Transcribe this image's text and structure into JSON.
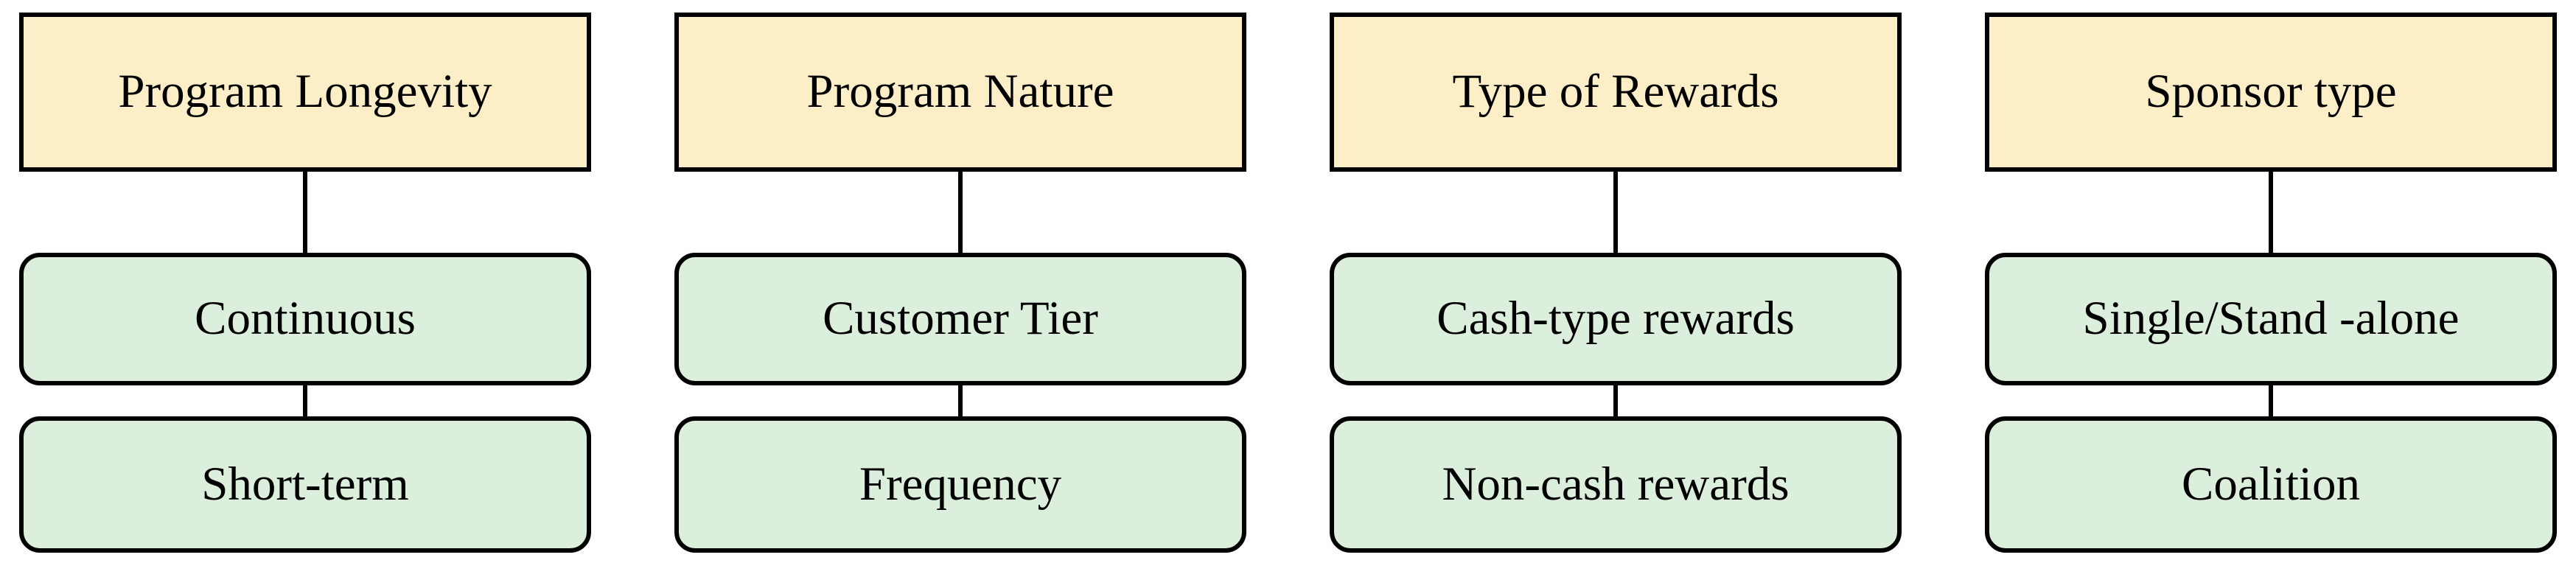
{
  "diagram": {
    "columns": [
      {
        "header": "Program Longevity",
        "children": [
          "Continuous",
          "Short-term"
        ]
      },
      {
        "header": "Program Nature",
        "children": [
          "Customer Tier",
          "Frequency"
        ]
      },
      {
        "header": "Type of Rewards",
        "children": [
          "Cash-type rewards",
          "Non-cash rewards"
        ]
      },
      {
        "header": "Sponsor type",
        "children": [
          "Single/Stand -alone",
          "Coalition"
        ]
      }
    ],
    "colors": {
      "header_fill": "#FCEFC7",
      "child_fill": "#DCEEDC",
      "border": "#000000",
      "background": "#FFFFFF"
    }
  }
}
